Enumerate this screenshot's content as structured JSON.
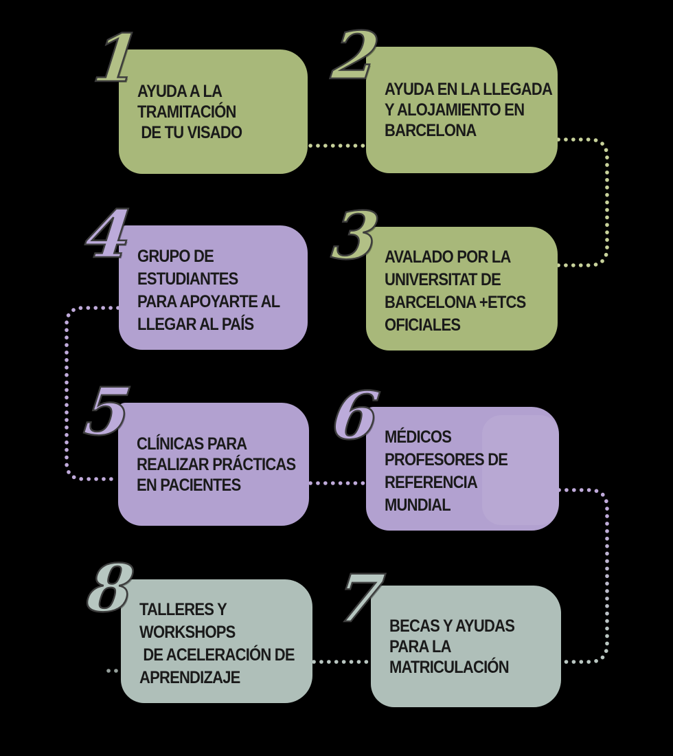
{
  "title": "Infografía de 8 pasos del programa (visado, llegada, universidad, estudiantes, clínicas, médicos, becas, talleres)",
  "colors": {
    "background": "#000000",
    "ink": "#1a1a1a",
    "number_outline": "#3d3d3d",
    "green": "#a8b87a",
    "green_light": "#b2c086",
    "green_dot": "#c8d29b",
    "purple": "#b2a1d0",
    "purple_light": "#bcabda",
    "purple_dot": "#c0abdb",
    "sage": "#afbfb9",
    "sage_light": "#b7c7c1",
    "sage_dot": "#bac7c2",
    "mix_lavender": "#d2cbd5"
  },
  "steps": [
    {
      "number": "1",
      "palette": "green",
      "lines": [
        "AYUDA A LA",
        "TRAMITACIÓN",
        " DE TU VISADO"
      ]
    },
    {
      "number": "2",
      "palette": "green",
      "lines": [
        "AYUDA EN LA LLEGADA",
        "Y ALOJAMIENTO EN",
        "BARCELONA"
      ]
    },
    {
      "number": "3",
      "palette": "green",
      "lines": [
        "AVALADO POR LA",
        "UNIVERSITAT DE",
        "BARCELONA +ETCS",
        "OFICIALES"
      ]
    },
    {
      "number": "4",
      "palette": "purple",
      "lines": [
        "GRUPO DE",
        "ESTUDIANTES",
        "PARA APOYARTE AL",
        "LLEGAR AL PAÍS"
      ]
    },
    {
      "number": "5",
      "palette": "purple",
      "lines": [
        "CLÍNICAS PARA",
        "REALIZAR PRÁCTICAS",
        "EN PACIENTES"
      ]
    },
    {
      "number": "6",
      "palette": "purple",
      "lines": [
        "MÉDICOS",
        "PROFESORES DE",
        "REFERENCIA",
        "MUNDIAL"
      ]
    },
    {
      "number": "7",
      "palette": "sage",
      "lines": [
        "BECAS Y AYUDAS",
        "PARA LA",
        "MATRICULACIÓN"
      ]
    },
    {
      "number": "8",
      "palette": "sage",
      "lines": [
        "TALLERES Y",
        "WORKSHOPS",
        " DE ACELERACIÓN DE",
        "APRENDIZAJE"
      ]
    }
  ],
  "connections": [
    {
      "from": "1",
      "to": "2",
      "style": "dotted"
    },
    {
      "from": "2",
      "to": "3",
      "style": "dotted"
    },
    {
      "from": "3",
      "to": "4",
      "style": "dotted"
    },
    {
      "from": "4",
      "to": "5",
      "style": "dotted"
    },
    {
      "from": "5",
      "to": "6",
      "style": "dotted"
    },
    {
      "from": "6",
      "to": "7",
      "style": "dotted"
    },
    {
      "from": "7",
      "to": "8",
      "style": "dotted"
    }
  ]
}
